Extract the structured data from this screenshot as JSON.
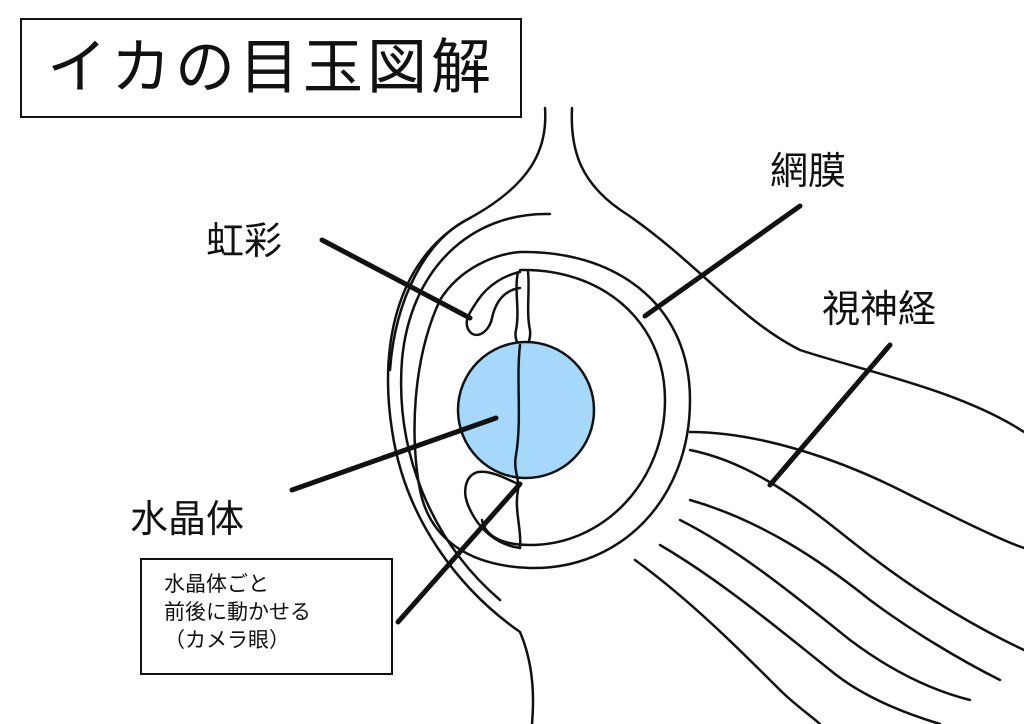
{
  "title": "イカの目玉図解",
  "labels": {
    "iris": "虹彩",
    "retina": "網膜",
    "optic_nerve": "視神経",
    "lens": "水晶体"
  },
  "note": {
    "lines": [
      "水晶体ごと",
      "前後に動かせる",
      "（カメラ眼）"
    ]
  },
  "colors": {
    "lens_fill": "#a6d8fb",
    "line": "#111111"
  }
}
